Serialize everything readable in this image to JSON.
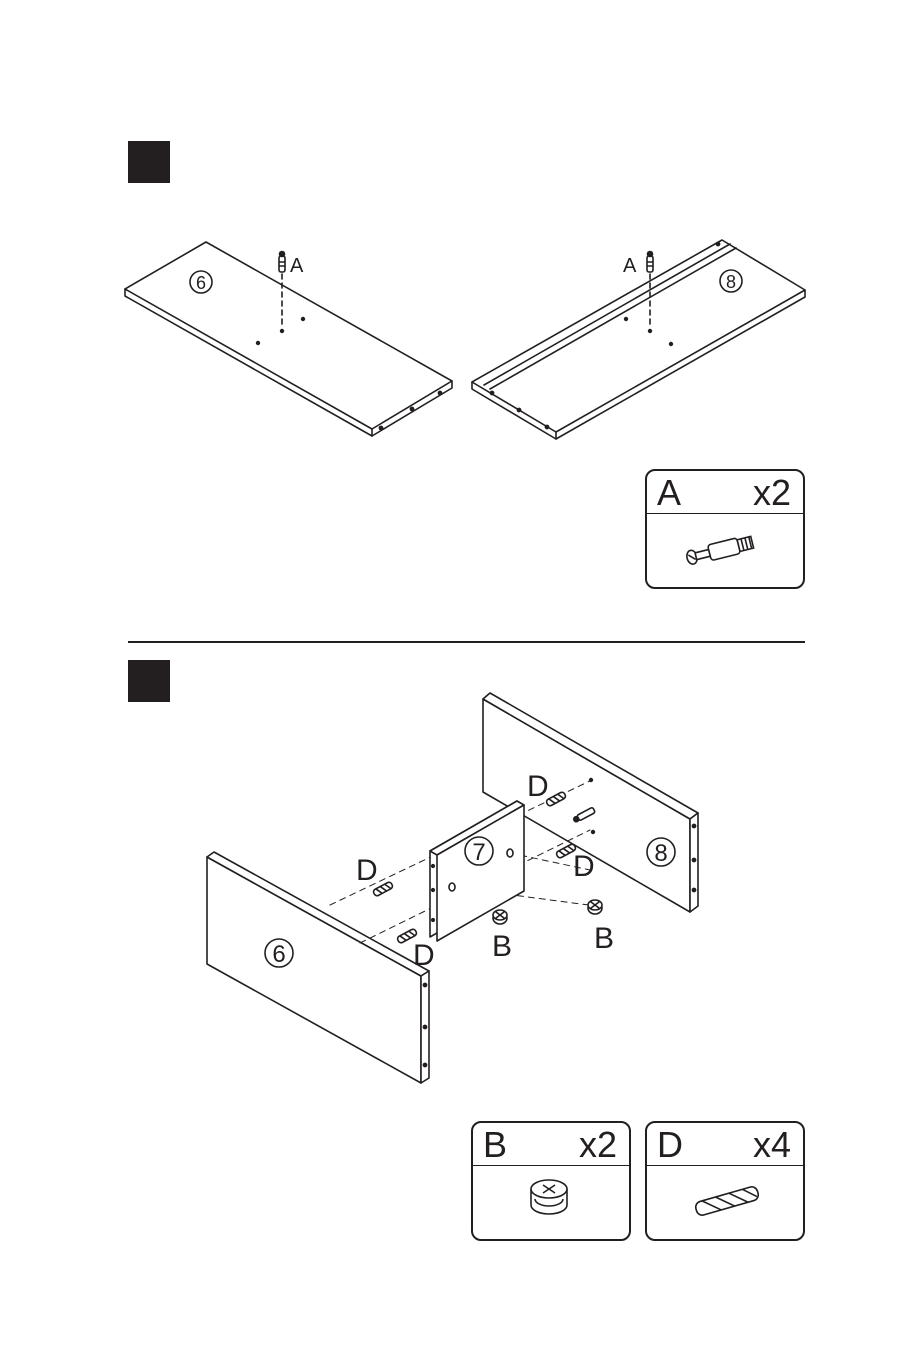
{
  "step1": {
    "hardware_label_left": "A",
    "hardware_label_right": "A",
    "panel_left_number": "6",
    "panel_right_number": "8",
    "parts": [
      {
        "letter": "A",
        "qty": "x2",
        "icon": "cam-bolt-icon"
      }
    ]
  },
  "step2": {
    "panel_6_number": "6",
    "panel_7_number": "7",
    "panel_8_number": "8",
    "dowel_label_upper_right": "D",
    "dowel_label_lower_right": "D",
    "dowel_label_upper_left": "D",
    "dowel_label_lower_left": "D",
    "cam_label_center": "B",
    "cam_label_right": "B",
    "parts": [
      {
        "letter": "B",
        "qty": "x2",
        "icon": "cam-lock-icon"
      },
      {
        "letter": "D",
        "qty": "x4",
        "icon": "wood-dowel-icon"
      }
    ]
  },
  "colors": {
    "ink": "#231f20",
    "paper": "#ffffff"
  }
}
